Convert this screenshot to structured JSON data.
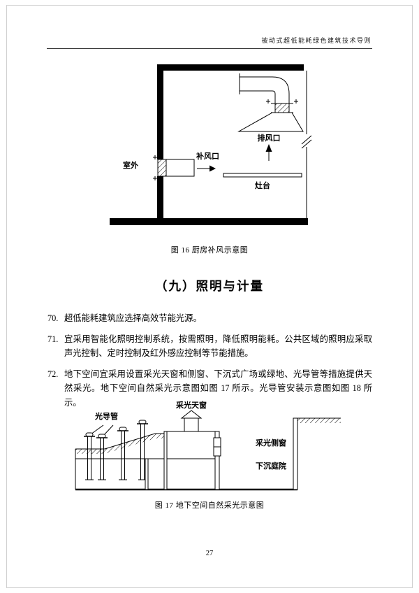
{
  "header": {
    "title": "被动式超低能耗绿色建筑技术导则"
  },
  "figure16": {
    "caption": "图 16 厨房补风示意图",
    "labels": {
      "exhaust_outlet": "排风口",
      "makeup_inlet": "补风口",
      "outdoor": "室外",
      "stove": "灶台"
    }
  },
  "section": {
    "heading": "（九）照明与计量"
  },
  "items": [
    {
      "num": "70.",
      "text": "超低能耗建筑应选择高效节能光源。"
    },
    {
      "num": "71.",
      "text": "宜采用智能化照明控制系统，按需照明，降低照明能耗。公共区域的照明应采取声光控制、定时控制及红外感应控制等节能措施。"
    },
    {
      "num": "72.",
      "text": "地下空间宜采用设置采光天窗和侧窗、下沉式广场或绿地、光导管等措施提供天然采光。地下空间自然采光示意图如图 17 所示。光导管安装示意图如图 18 所示。"
    }
  ],
  "figure17": {
    "caption": "图 17 地下空间自然采光示意图",
    "labels": {
      "light_pipe": "光导管",
      "skylight": "采光天窗",
      "side_window": "采光侧窗",
      "sunken_courtyard": "下沉庭院"
    }
  },
  "footer": {
    "page_number": "27"
  }
}
